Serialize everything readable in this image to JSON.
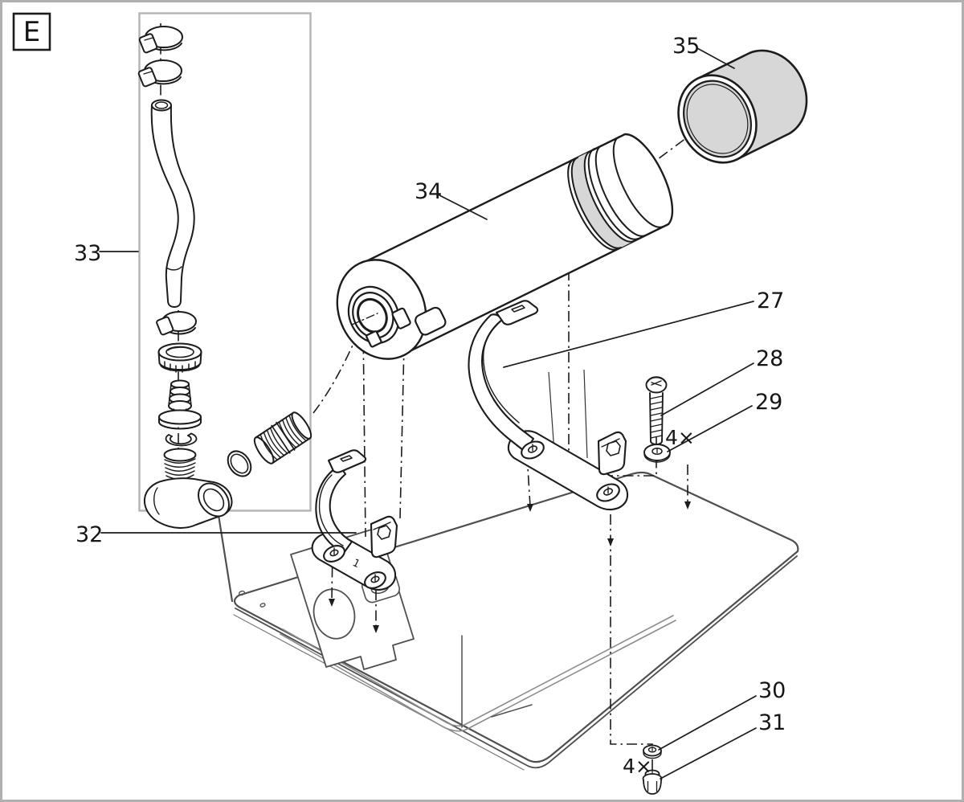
{
  "page": {
    "background": "#ffffff",
    "border_color": "#b0b0b0"
  },
  "diagram": {
    "section_label": "E",
    "callouts": {
      "27": "27",
      "28": "28",
      "29": "29",
      "30": "30",
      "31": "31",
      "32": "32",
      "33": "33",
      "34": "34",
      "35": "35"
    },
    "quantity_labels": {
      "screws": "4×",
      "nuts": "4×"
    },
    "molded_mark": "1",
    "colors": {
      "line": "#1c1c1c",
      "tray_line": "#4f4f4f",
      "groove_line": "#8c8c8c",
      "shade_fill": "#d7d7d7",
      "box_border": "#b3b3b3"
    }
  }
}
